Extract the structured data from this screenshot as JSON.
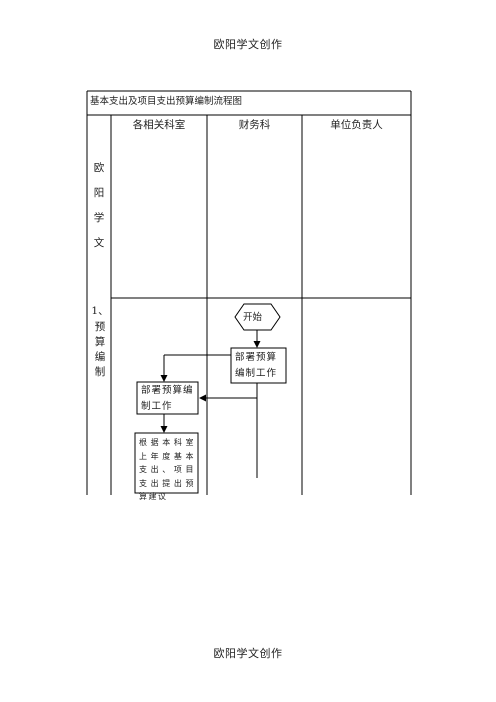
{
  "page": {
    "header": "欧阳学文创作",
    "footer": "欧阳学文创作"
  },
  "table": {
    "title": "基本支出及项目支出预算编制流程图",
    "columns": [
      "各相关科室",
      "财务科",
      "单位负责人"
    ],
    "row1_side": [
      "欧",
      "阳",
      "学",
      "文"
    ],
    "row2_side": [
      "1、",
      "预",
      "算",
      "编",
      "制"
    ]
  },
  "flow": {
    "start": "开始",
    "finance_box": "部署预算编制工作",
    "dept_box": "部署预算编制工作",
    "dept_task": "根据本科室上年度基本支出、项目支出提出预算建议"
  }
}
